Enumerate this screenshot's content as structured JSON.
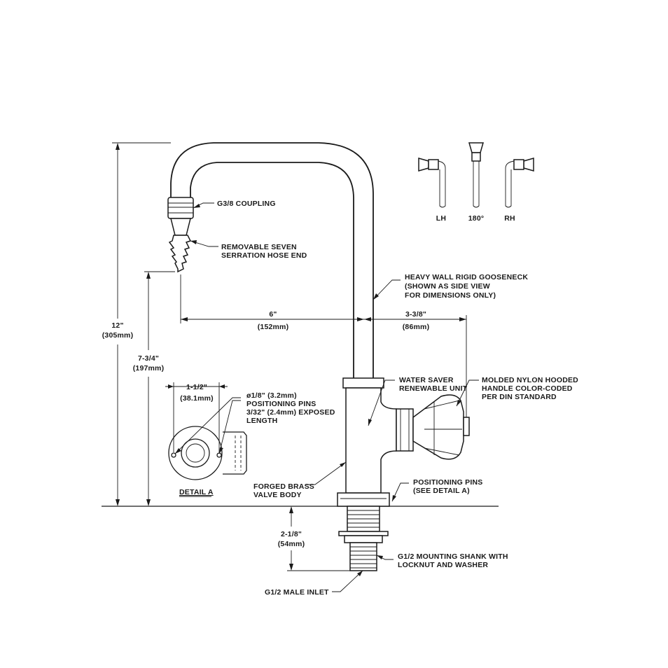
{
  "colors": {
    "ink": "#1a1a1a",
    "paper": "#ffffff"
  },
  "labels": {
    "coupling": "G3/8 COUPLING",
    "hose_end_1": "REMOVABLE SEVEN",
    "hose_end_2": "SERRATION HOSE END",
    "gooseneck_1": "HEAVY WALL RIGID GOOSENECK",
    "gooseneck_2": "(SHOWN AS SIDE VIEW",
    "gooseneck_3": "FOR DIMENSIONS ONLY)",
    "water_saver_1": "WATER SAVER",
    "water_saver_2": "RENEWABLE UNIT",
    "handle_1": "MOLDED NYLON HOODED",
    "handle_2": "HANDLE COLOR-CODED",
    "handle_3": "PER DIN STANDARD",
    "valve_body_1": "FORGED BRASS",
    "valve_body_2": "VALVE BODY",
    "positioning_pins_1": "POSITIONING PINS",
    "positioning_pins_2": "(SEE DETAIL A)",
    "shank_1": "G1/2 MOUNTING SHANK WITH",
    "shank_2": "LOCKNUT AND WASHER",
    "inlet": "G1/2 MALE INLET",
    "detail_a": "DETAIL A",
    "pins_detail_1": "ø1/8\" (3.2mm)",
    "pins_detail_2": "POSITIONING PINS",
    "pins_detail_3": "3/32\" (2.4mm) EXPOSED",
    "pins_detail_4": "LENGTH"
  },
  "dimensions": {
    "height_total": {
      "imperial": "12\"",
      "metric": "(305mm)"
    },
    "height_outlet": {
      "imperial": "7-3/4\"",
      "metric": "(197mm)"
    },
    "reach": {
      "imperial": "6\"",
      "metric": "(152mm)"
    },
    "handle_offset": {
      "imperial": "3-3/8\"",
      "metric": "(86mm)"
    },
    "shank_length": {
      "imperial": "2-1/8\"",
      "metric": "(54mm)"
    },
    "detail_spacing": {
      "imperial": "1-1/2\"",
      "metric": "(38.1mm)"
    }
  },
  "handle_options": [
    {
      "label": "LH"
    },
    {
      "label": "180°"
    },
    {
      "label": "RH"
    }
  ]
}
